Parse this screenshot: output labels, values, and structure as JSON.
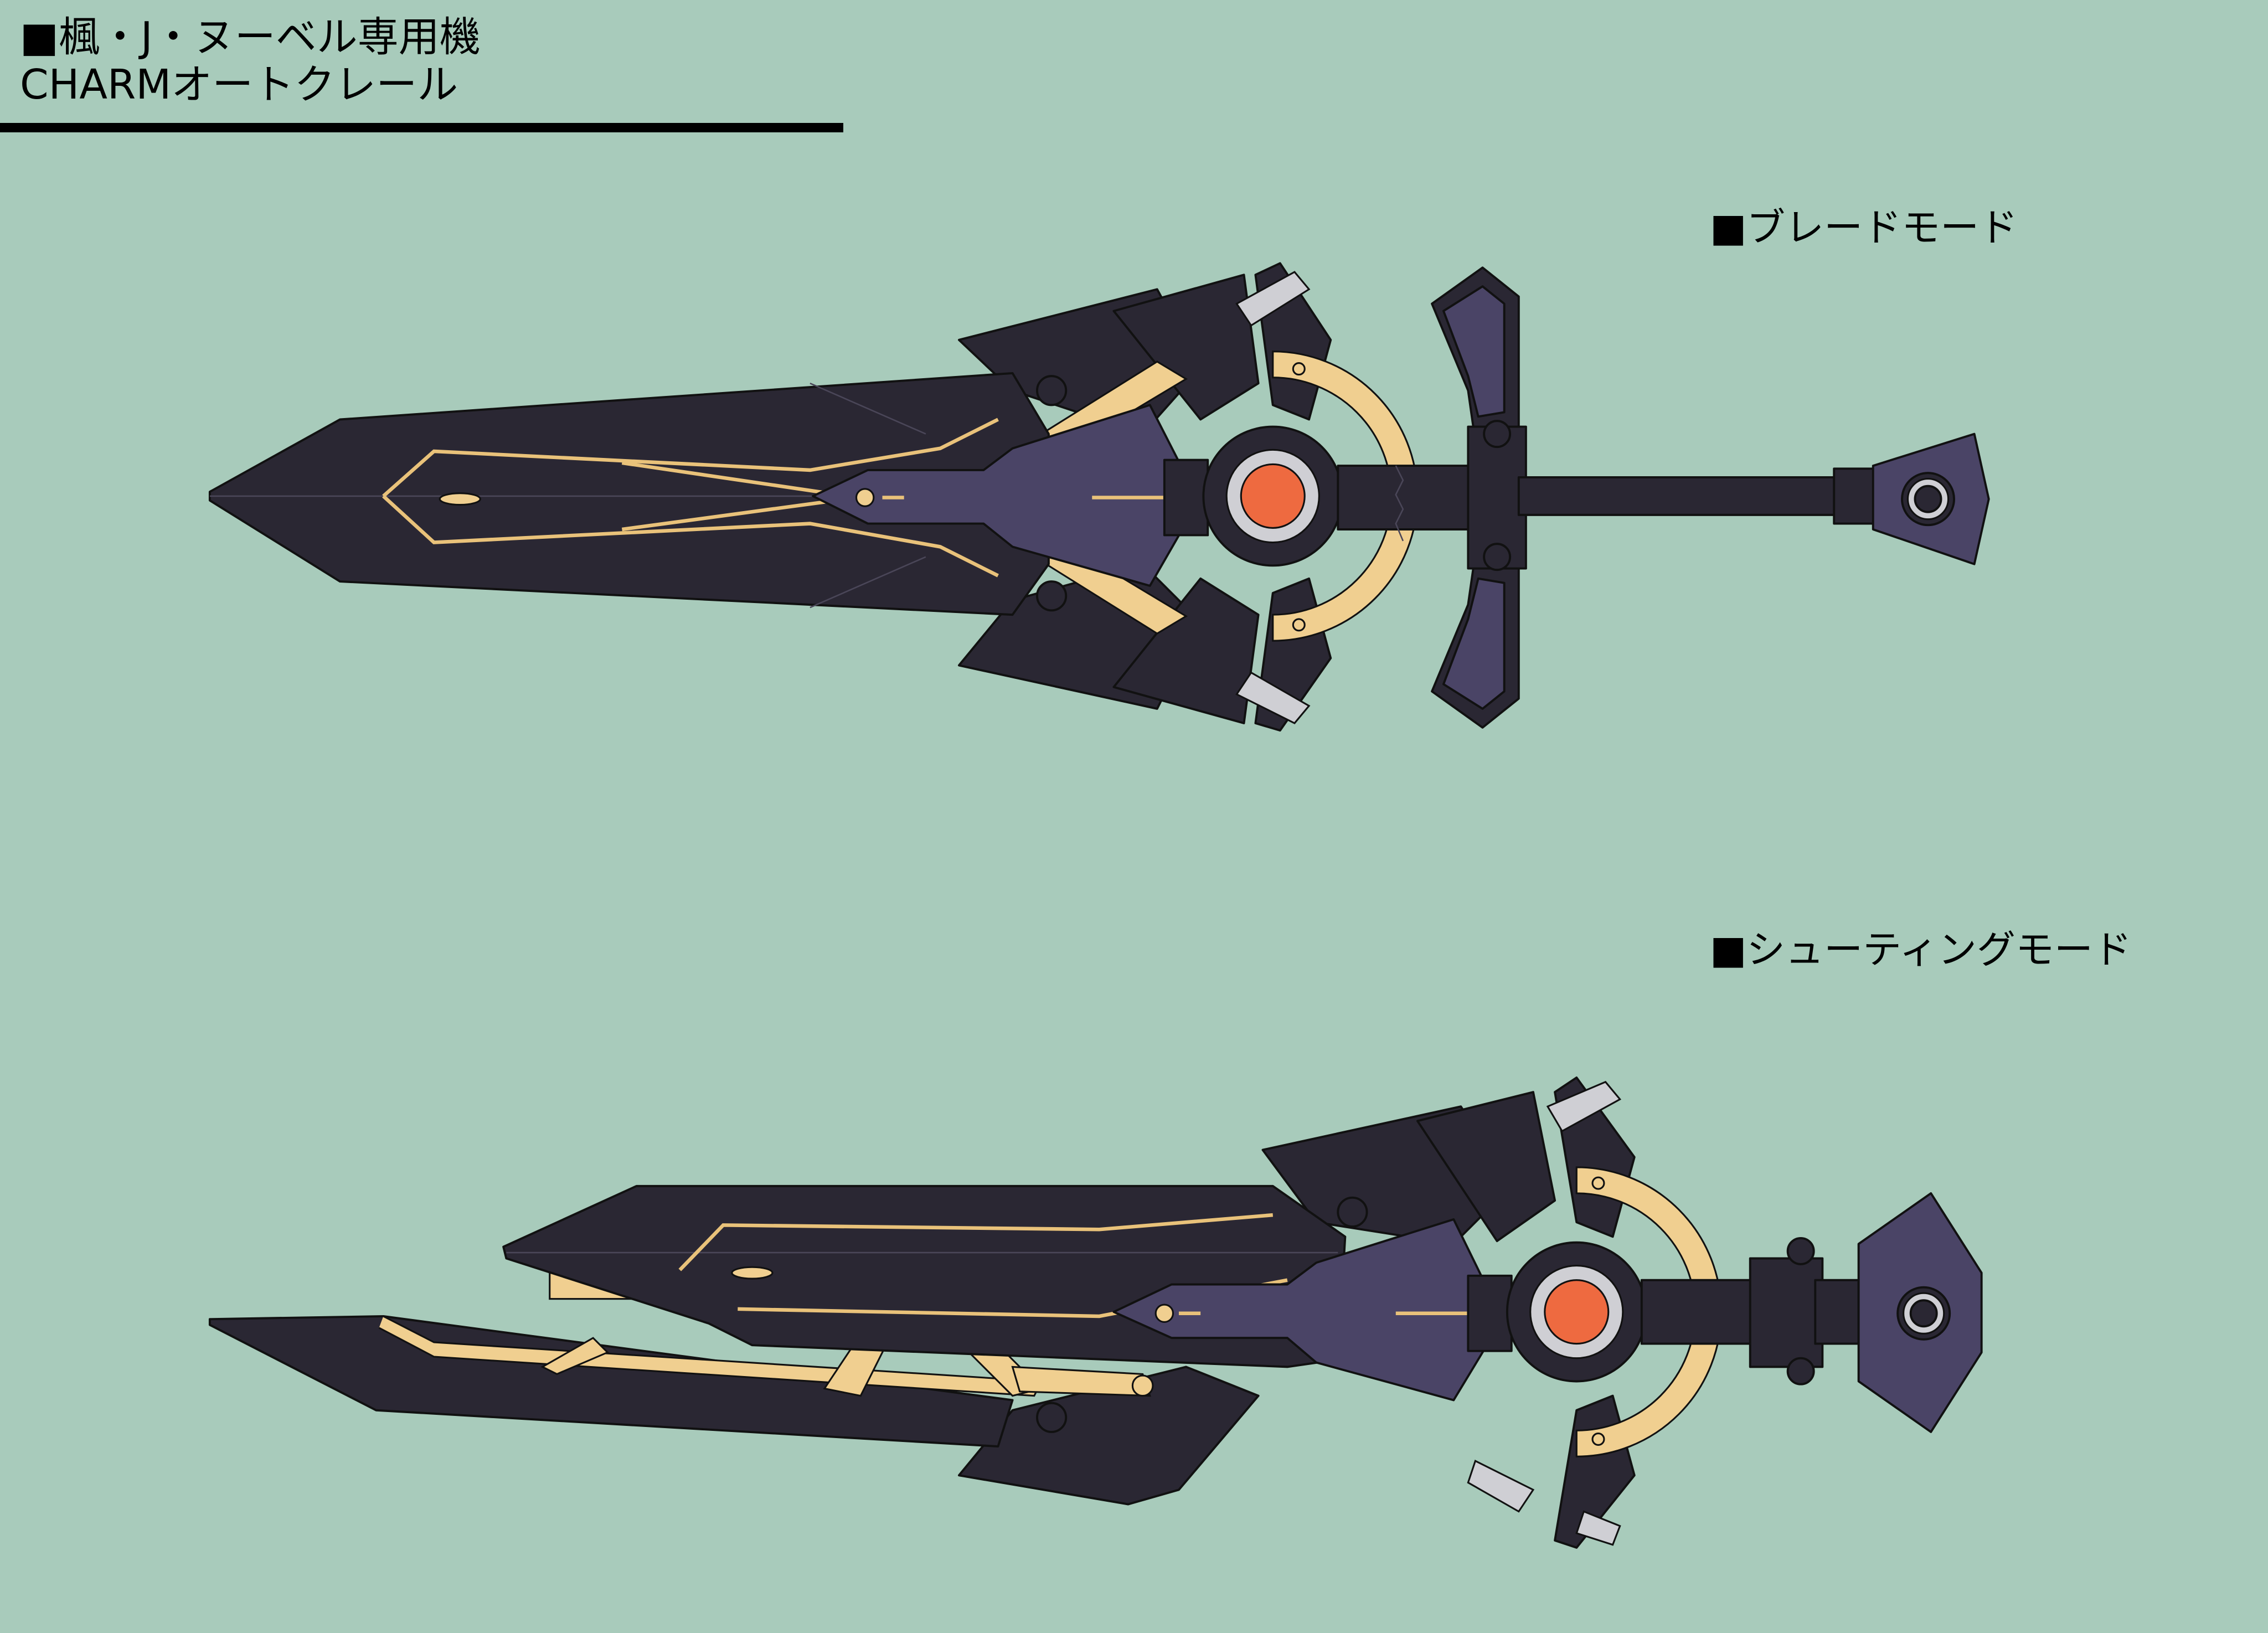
{
  "header": {
    "title": "■楓・J・ヌーベル専用機",
    "subtitle": "CHARMオートクレール"
  },
  "modes": [
    {
      "label": "■ブレードモード"
    },
    {
      "label": "■シューティングモード"
    }
  ],
  "colors": {
    "background": "#a8cbbb",
    "armor_dark": "#2a2733",
    "armor_purple": "#4a4466",
    "gold_trim": "#f0cf90",
    "core_orange": "#ee6a40",
    "silver": "#cfcfd4"
  }
}
